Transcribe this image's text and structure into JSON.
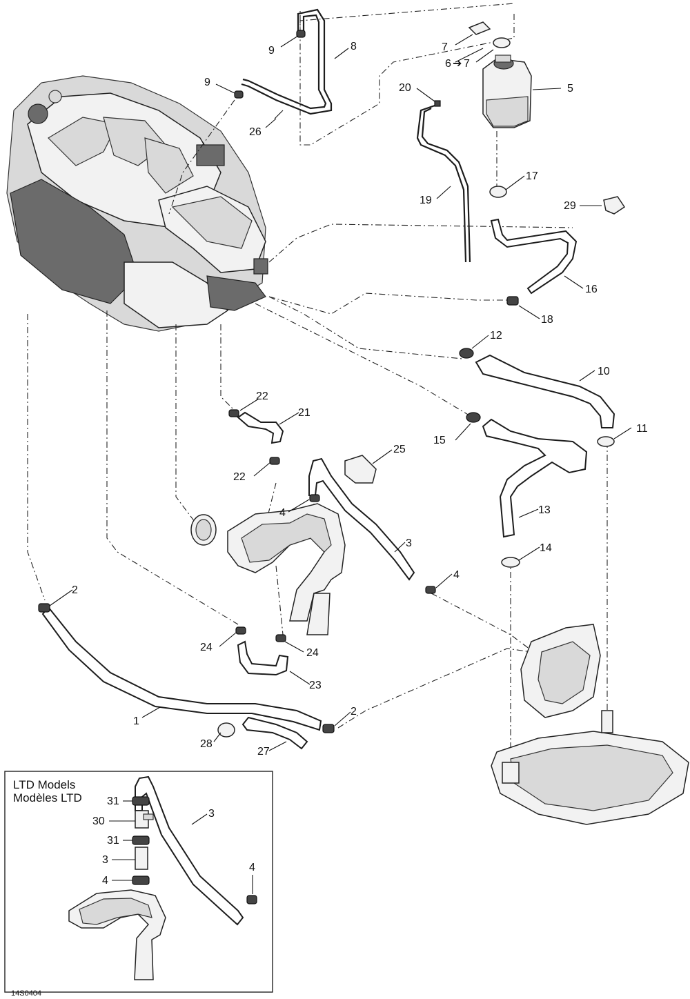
{
  "diagram": {
    "reference_code": "14S0404",
    "inset": {
      "title_en": "LTD Models",
      "title_fr": "Modèles LTD"
    },
    "callouts": {
      "c1": "1",
      "c2a": "2",
      "c2b": "2",
      "c3": "3",
      "c4a": "4",
      "c4b": "4",
      "c5": "5",
      "c6": "6",
      "c6arrow": "➔",
      "c7arrow_target": "7",
      "c7": "7",
      "c8": "8",
      "c9a": "9",
      "c9b": "9",
      "c10": "10",
      "c11": "11",
      "c12": "12",
      "c13": "13",
      "c14": "14",
      "c15": "15",
      "c16": "16",
      "c17": "17",
      "c18": "18",
      "c19": "19",
      "c20": "20",
      "c21": "21",
      "c22a": "22",
      "c22b": "22",
      "c23": "23",
      "c24a": "24",
      "c24b": "24",
      "c25": "25",
      "c26": "26",
      "c27": "27",
      "c28": "28",
      "c29": "29"
    },
    "inset_callouts": {
      "i31a": "31",
      "i30": "30",
      "i31b": "31",
      "i3a": "3",
      "i4a": "4",
      "i3b": "3",
      "i4b": "4"
    }
  }
}
